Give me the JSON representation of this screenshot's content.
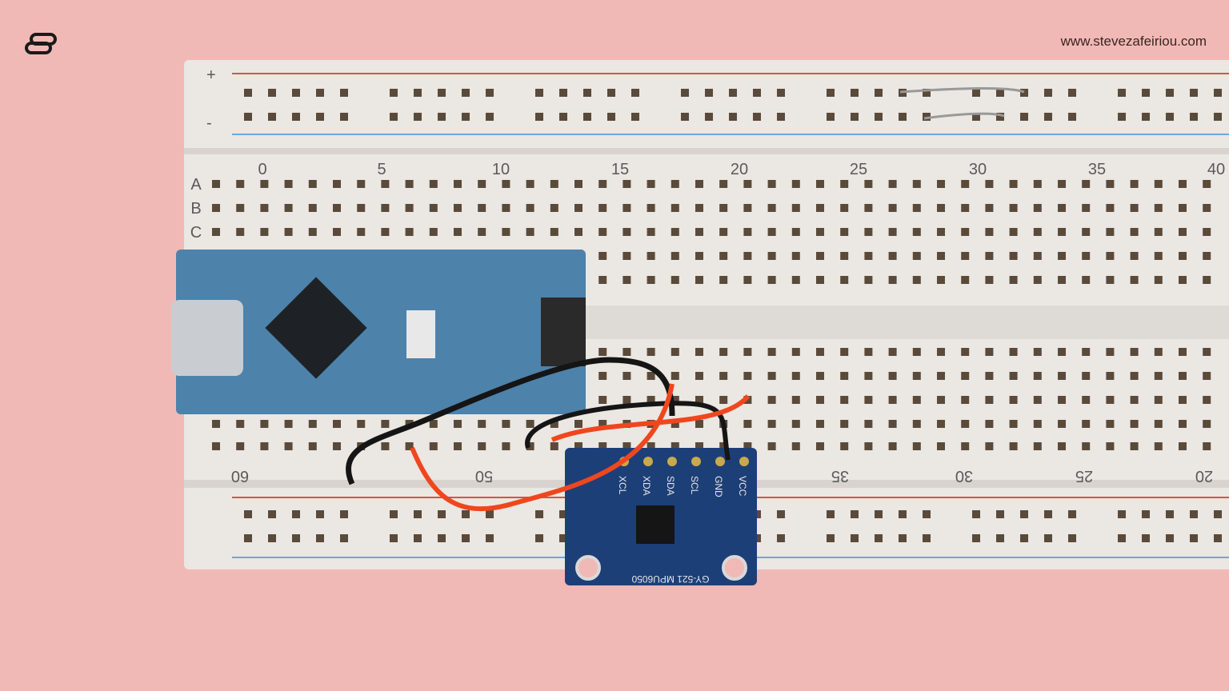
{
  "watermark": "www.stevezafeiriou.com",
  "logo": {
    "icon": "double-loop-logo-icon"
  },
  "breadboard": {
    "column_numbers_top": [
      "0",
      "5",
      "10",
      "15",
      "20",
      "25",
      "30",
      "35",
      "40"
    ],
    "row_letters": [
      "A",
      "B",
      "C"
    ],
    "column_numbers_bottom": [
      "60",
      "50",
      "35",
      "30",
      "25",
      "20"
    ],
    "rail_signs": [
      "+",
      "-"
    ]
  },
  "mpu_board": {
    "label": "GY-521 MPU6050",
    "pins": [
      "VCC",
      "GND",
      "SCL",
      "SDA",
      "XDA",
      "XCL"
    ]
  },
  "colors": {
    "background": "#f1b9b5",
    "breadboard": "#ebe7e3",
    "arduino": "#4d82ab",
    "mpu": "#1d3f78",
    "wire_red": "#f0461e",
    "wire_black": "#151515"
  }
}
